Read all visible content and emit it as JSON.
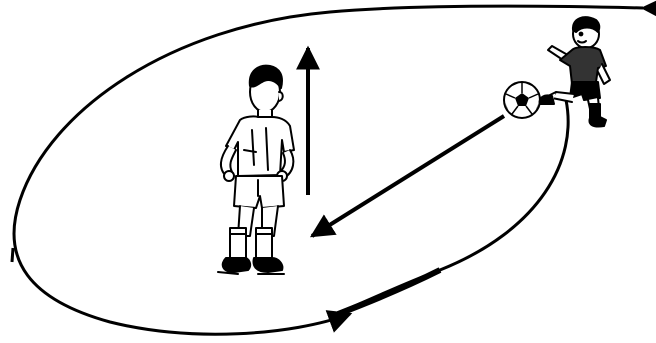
{
  "diagram": {
    "type": "soccer-drill",
    "colors": {
      "ink": "#000000",
      "paper": "#ffffff",
      "shade": "#333333"
    },
    "elements": [
      "standing-player",
      "kicking-player",
      "soccer-ball",
      "pass-arrow",
      "run-arrow-up",
      "loop-path-arrow",
      "return-path-arrow"
    ]
  }
}
